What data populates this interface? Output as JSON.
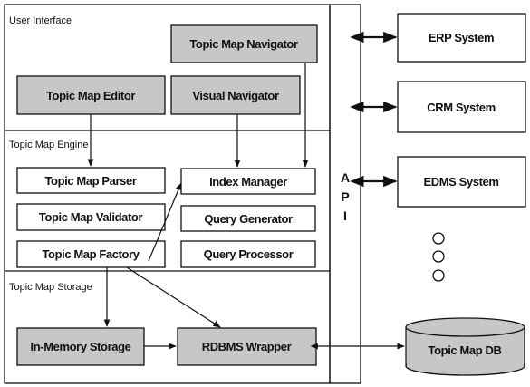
{
  "sections": {
    "user_interface": "User Interface",
    "engine": "Topic Map Engine",
    "storage": "Topic Map Storage"
  },
  "components": {
    "navigator": "Topic Map Navigator",
    "editor": "Topic Map Editor",
    "visual_navigator": "Visual Navigator",
    "parser": "Topic Map Parser",
    "validator": "Topic Map Validator",
    "factory": "Topic Map Factory",
    "index_manager": "Index Manager",
    "query_generator": "Query Generator",
    "query_processor": "Query Processor",
    "in_memory_storage": "In-Memory Storage",
    "rdbms_wrapper": "RDBMS Wrapper"
  },
  "api": [
    "A",
    "P",
    "I"
  ],
  "external_systems": {
    "erp": "ERP System",
    "crm": "CRM System",
    "edms": "EDMS System"
  },
  "database": "Topic Map DB",
  "colors": {
    "shaded_fill": "#c7c7c7",
    "line": "#111111",
    "background": "#ffffff"
  }
}
